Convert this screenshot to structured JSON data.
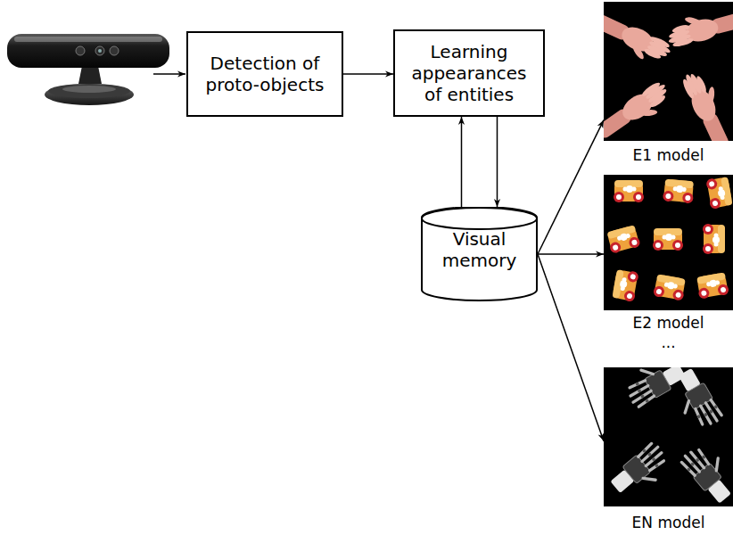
{
  "diagram": {
    "nodes": [
      {
        "text": [
          "Detection of proto-objects"
        ]
      },
      {
        "text": [
          "Learning appearances of entities"
        ]
      },
      {
        "text": [
          "Visual memory"
        ]
      },
      {
        "text": [
          "E1 model"
        ]
      },
      {
        "text": [
          "E2 model"
        ]
      },
      {
        "text": [
          "EN model"
        ]
      }
    ],
    "edges": [
      {
        "from": 0,
        "to": 1,
        "arrow": "to"
      },
      {
        "from": 1,
        "to": 2,
        "arrow": "to"
      },
      {
        "from": 2,
        "to": 1,
        "arrow": "to"
      },
      {
        "from": 2,
        "to": 3,
        "arrow": "to"
      },
      {
        "from": 2,
        "to": 4,
        "arrow": "to"
      },
      {
        "from": 2,
        "to": 5,
        "arrow": "to"
      }
    ],
    "labels": [
      "..."
    ]
  }
}
